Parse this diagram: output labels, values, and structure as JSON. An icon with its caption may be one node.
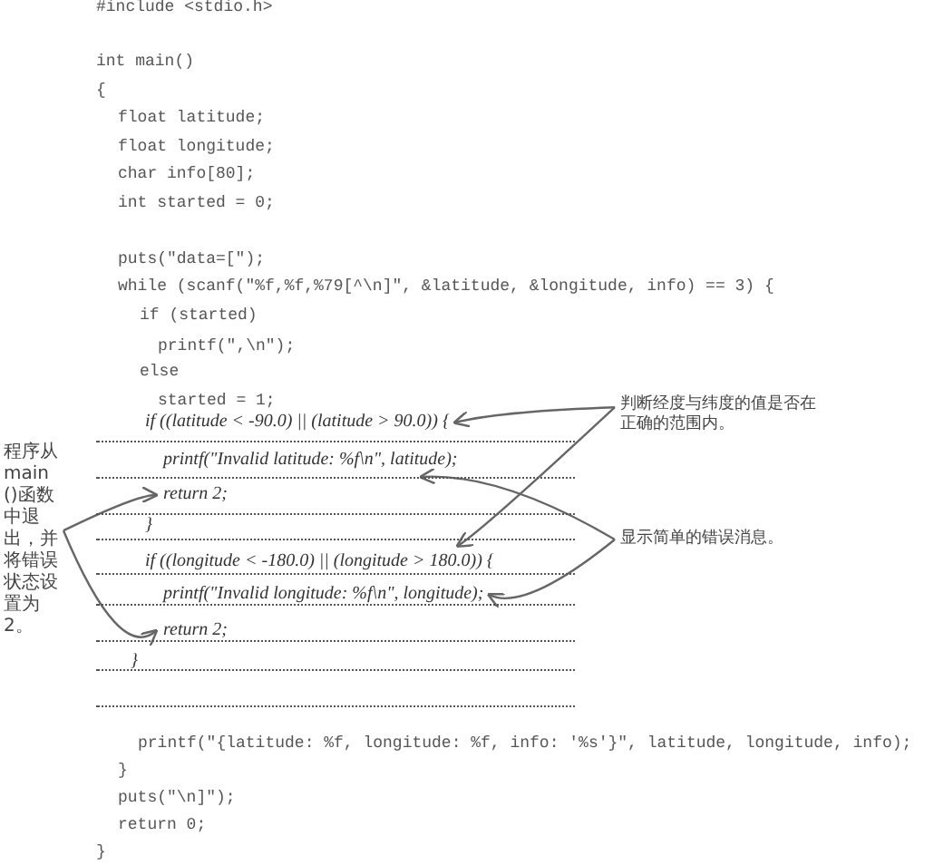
{
  "diagram": {
    "nodes": [
      {
        "text": [
          "if ((latitude < -90.0) || (latitude > 90.0)) {"
        ]
      },
      {
        "text": [
          "printf(\"Invalid latitude: %f\\n\", latitude);"
        ]
      },
      {
        "text": [
          "return 2;"
        ]
      },
      {
        "text": [
          "if ((longitude < -180.0) || (longitude > 180.0)) {"
        ]
      },
      {
        "text": [
          "printf(\"Invalid longitude: %f\\n\", longitude);"
        ]
      },
      {
        "text": [
          "return 2;"
        ]
      },
      {
        "text": [
          "判断经度与纬度的值是否在正确的范围内。"
        ]
      },
      {
        "text": [
          "显示简单的错误消息。"
        ]
      },
      {
        "text": [
          "程序从main()函数中退出，并将错误状态设置为2。"
        ]
      }
    ],
    "edges": [
      {
        "from": 6,
        "to": 0,
        "arrow": "to"
      },
      {
        "from": 6,
        "to": 3,
        "arrow": "to"
      },
      {
        "from": 7,
        "to": 1,
        "arrow": "to"
      },
      {
        "from": 7,
        "to": 4,
        "arrow": "to"
      },
      {
        "from": 8,
        "to": 2,
        "arrow": "to"
      },
      {
        "from": 8,
        "to": 5,
        "arrow": "to"
      }
    ],
    "labels": [
      "#include <stdio.h>",
      "int main()",
      "{",
      "float latitude;",
      "float longitude;",
      "char info[80];",
      "int started = 0;",
      "puts(\"data=[\");",
      "while (scanf(\"%f,%f,%79[^\\n]\", &latitude, &longitude, info) == 3) {",
      "if (started)",
      "printf(\",\\n\");",
      "else",
      "started = 1;",
      "}",
      "}",
      "printf(\"{latitude: %f, longitude: %f, info: '%s'}\", latitude, longitude, info);",
      "}",
      "puts(\"\\n]\");",
      "return 0;",
      "}"
    ]
  }
}
